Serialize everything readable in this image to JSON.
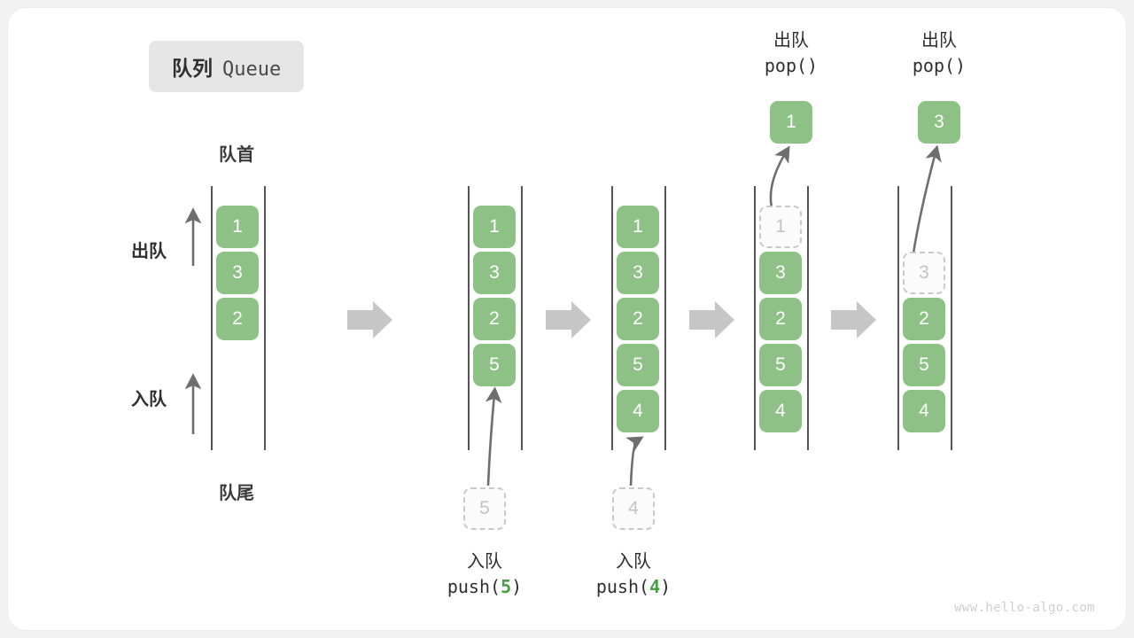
{
  "title": {
    "cn": "队列",
    "en": "Queue"
  },
  "labels": {
    "head": "队首",
    "tail": "队尾",
    "dequeue": "出队",
    "enqueue": "入队"
  },
  "watermark": "www.hello-algo.com",
  "chart_data": {
    "type": "diagram",
    "title": "队列 Queue",
    "description": "Queue push/pop operation sequence shown as five successive states",
    "states": [
      {
        "index": 0,
        "cells": [
          "1",
          "3",
          "2"
        ],
        "ghost_index": null,
        "popped": null,
        "caption_cn": null,
        "caption_code": null
      },
      {
        "index": 1,
        "cells": [
          "1",
          "3",
          "2",
          "5"
        ],
        "ghost_index": null,
        "popped": null,
        "caption_cn": "入队",
        "caption_code": "push(5)",
        "caption_arg": "5",
        "incoming": "5"
      },
      {
        "index": 2,
        "cells": [
          "1",
          "3",
          "2",
          "5",
          "4"
        ],
        "ghost_index": null,
        "popped": null,
        "caption_cn": "入队",
        "caption_code": "push(4)",
        "caption_arg": "4",
        "incoming": "4"
      },
      {
        "index": 3,
        "cells": [
          "1",
          "3",
          "2",
          "5",
          "4"
        ],
        "ghost_index": 0,
        "popped": "1",
        "caption_cn": "出队",
        "caption_code": "pop()"
      },
      {
        "index": 4,
        "cells": [
          "3",
          "2",
          "5",
          "4"
        ],
        "ghost_index": 0,
        "popped": "3",
        "caption_cn": "出队",
        "caption_code": "pop()"
      }
    ]
  },
  "columns": [
    {
      "name": "state-initial",
      "cells": [
        {
          "value": "1",
          "ghost": false
        },
        {
          "value": "3",
          "ghost": false
        },
        {
          "value": "2",
          "ghost": false
        }
      ]
    },
    {
      "name": "state-after-push-5",
      "cells": [
        {
          "value": "1",
          "ghost": false
        },
        {
          "value": "3",
          "ghost": false
        },
        {
          "value": "2",
          "ghost": false
        },
        {
          "value": "5",
          "ghost": false
        }
      ],
      "incoming": {
        "value": "5"
      },
      "caption": {
        "cn": "入队",
        "code_prefix": "push(",
        "arg": "5",
        "code_suffix": ")"
      }
    },
    {
      "name": "state-after-push-4",
      "cells": [
        {
          "value": "1",
          "ghost": false
        },
        {
          "value": "3",
          "ghost": false
        },
        {
          "value": "2",
          "ghost": false
        },
        {
          "value": "5",
          "ghost": false
        },
        {
          "value": "4",
          "ghost": false
        }
      ],
      "incoming": {
        "value": "4"
      },
      "caption": {
        "cn": "入队",
        "code_prefix": "push(",
        "arg": "4",
        "code_suffix": ")"
      }
    },
    {
      "name": "state-pop-1",
      "cells": [
        {
          "value": "1",
          "ghost": true
        },
        {
          "value": "3",
          "ghost": false
        },
        {
          "value": "2",
          "ghost": false
        },
        {
          "value": "5",
          "ghost": false
        },
        {
          "value": "4",
          "ghost": false
        }
      ],
      "popped": {
        "value": "1"
      },
      "caption": {
        "cn": "出队",
        "code": "pop()"
      }
    },
    {
      "name": "state-pop-3",
      "cells": [
        {
          "value": "",
          "ghost": false,
          "empty": true
        },
        {
          "value": "3",
          "ghost": true
        },
        {
          "value": "2",
          "ghost": false
        },
        {
          "value": "5",
          "ghost": false
        },
        {
          "value": "4",
          "ghost": false
        }
      ],
      "popped": {
        "value": "3"
      },
      "caption": {
        "cn": "出队",
        "code": "pop()"
      }
    }
  ],
  "colors": {
    "cell_green": "#8ec186",
    "ghost_border": "#c9c9c9",
    "rail": "#555555",
    "arrow_gray": "#c6c6c6",
    "thin_arrow": "#6e6e6e",
    "accent_number": "#4a9e46"
  }
}
